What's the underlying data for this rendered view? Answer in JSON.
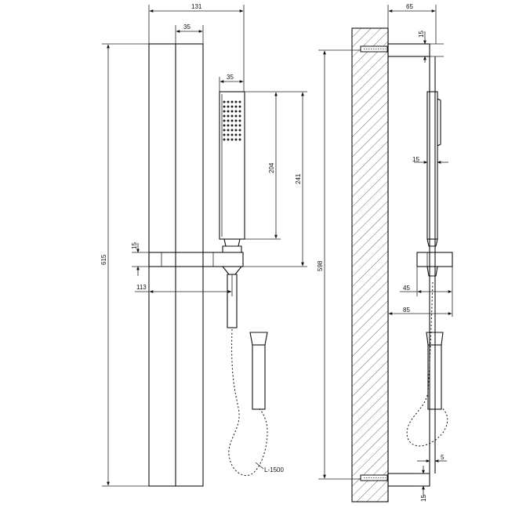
{
  "drawing": {
    "dimensions": {
      "width_131": "131",
      "bar_35": "35",
      "handshower_35": "35",
      "height_204": "204",
      "height_241": "241",
      "total_615": "615",
      "offset_15_left": "15",
      "offset_113": "113",
      "hose_length": "L-1500",
      "wall_65": "65",
      "bracket_15_top": "15",
      "handset_15": "15",
      "total_598": "598",
      "depth_45": "45",
      "depth_85": "85",
      "gap_5": "5",
      "bracket_15_bottom": "15"
    }
  }
}
